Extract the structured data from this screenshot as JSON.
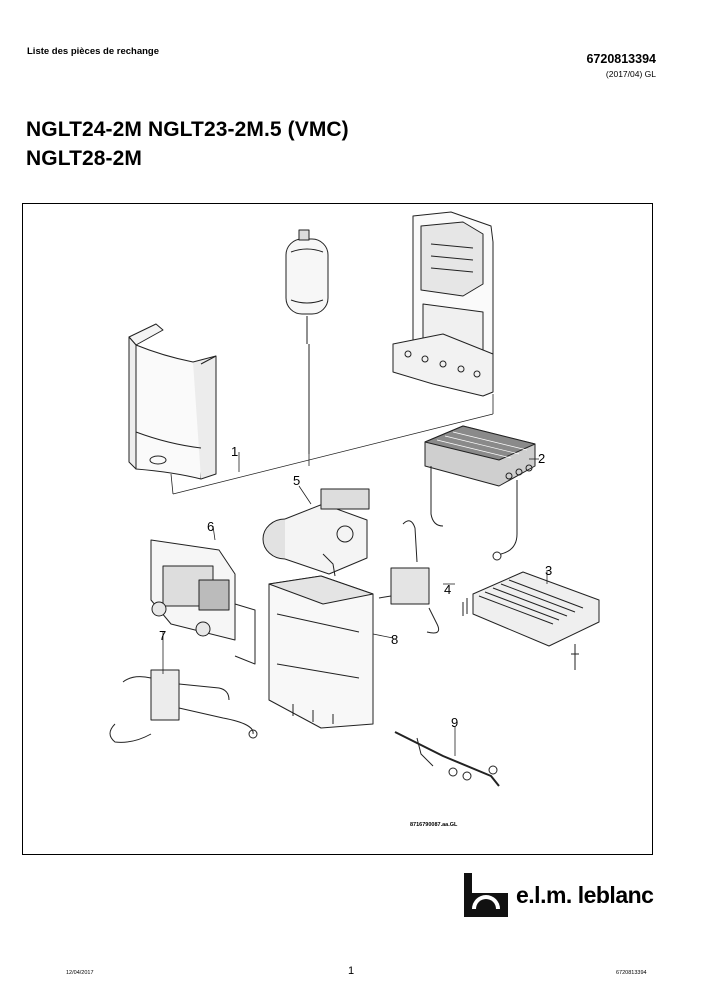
{
  "header": {
    "doc_type": "Liste des pièces de rechange",
    "doc_number": "6720813394",
    "doc_version": "(2017/04) GL"
  },
  "title": {
    "line1": "NGLT24-2M NGLT23-2M.5 (VMC)",
    "line2": "NGLT28-2M"
  },
  "diagram": {
    "callouts": [
      "1",
      "2",
      "3",
      "4",
      "5",
      "6",
      "7",
      "8",
      "9"
    ],
    "drawing_ref": "8716790087.aa.GL"
  },
  "brand": {
    "name": "e.l.m. leblanc"
  },
  "footer": {
    "date": "12/04/2017",
    "page": "1",
    "doc_number": "6720813394"
  }
}
